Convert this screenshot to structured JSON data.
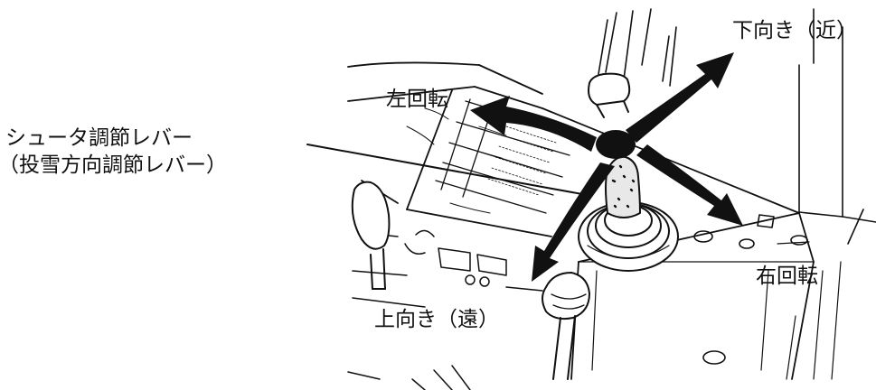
{
  "labels": {
    "chute_lever": "シュータ調節レバー",
    "chute_lever_alt": "（投雪方向調節レバー）",
    "down_near": "下向き（近）",
    "left_rotate": "左回転",
    "right_rotate": "右回転",
    "up_far": "上向き（遠）"
  },
  "colors": {
    "ink": "#111111",
    "paper": "#ffffff",
    "knob_fill": "#e8e8e8"
  }
}
